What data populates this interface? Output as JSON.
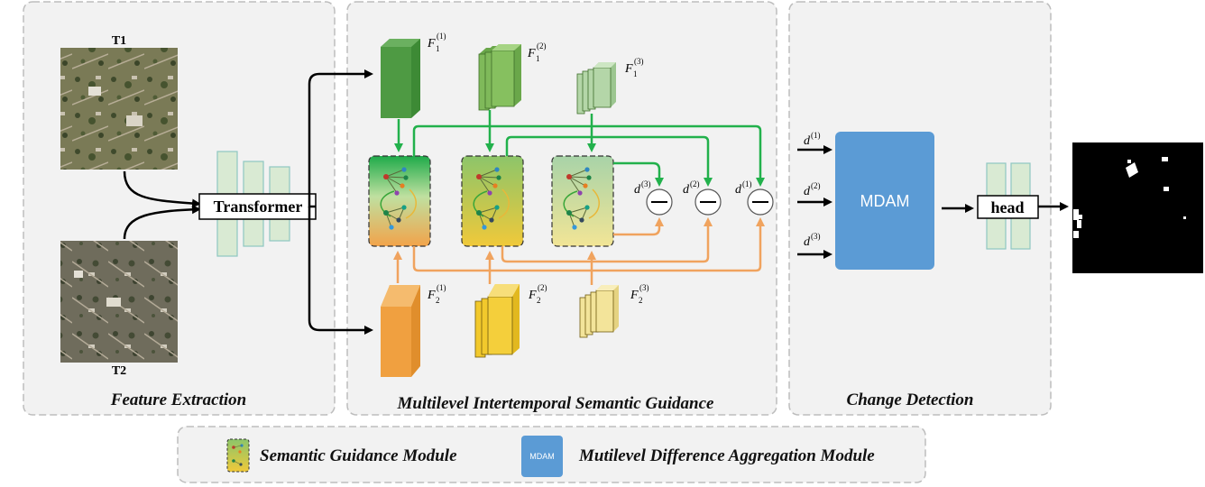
{
  "panels": {
    "feature_extraction": "Feature Extraction",
    "semantic_guidance": "Multilevel Intertemporal Semantic Guidance",
    "change_detection": "Change Detection"
  },
  "inputs": {
    "t1": "T1",
    "t2": "T2"
  },
  "encoder": {
    "label": "Transformer"
  },
  "features": {
    "F": "F",
    "sub1": "1",
    "sub2": "2",
    "lvl1": "(1)",
    "lvl2": "(2)",
    "lvl3": "(3)"
  },
  "diffs": {
    "d": "d",
    "lvl1": "(1)",
    "lvl2": "(2)",
    "lvl3": "(3)"
  },
  "mdam": {
    "label": "MDAM"
  },
  "head": {
    "label": "head"
  },
  "legend": {
    "sgm_label": "Semantic Guidance Module",
    "mdam_icon_text": "MDAM",
    "mdam_label": "Mutilevel Difference Aggregation Module"
  },
  "colors": {
    "green_dark": "#4e9a43",
    "green_mid": "#7fb95a",
    "green_light": "#b4d6a8",
    "orange": "#f0a040",
    "yellow": "#f2c92c",
    "yellow_light": "#f3e49a",
    "arrow_green": "#22b14c",
    "arrow_orange": "#f0a35e",
    "mdam_blue": "#5b9bd5",
    "decoder_fill": "#d9ead3",
    "decoder_stroke": "#8fc7c2"
  }
}
